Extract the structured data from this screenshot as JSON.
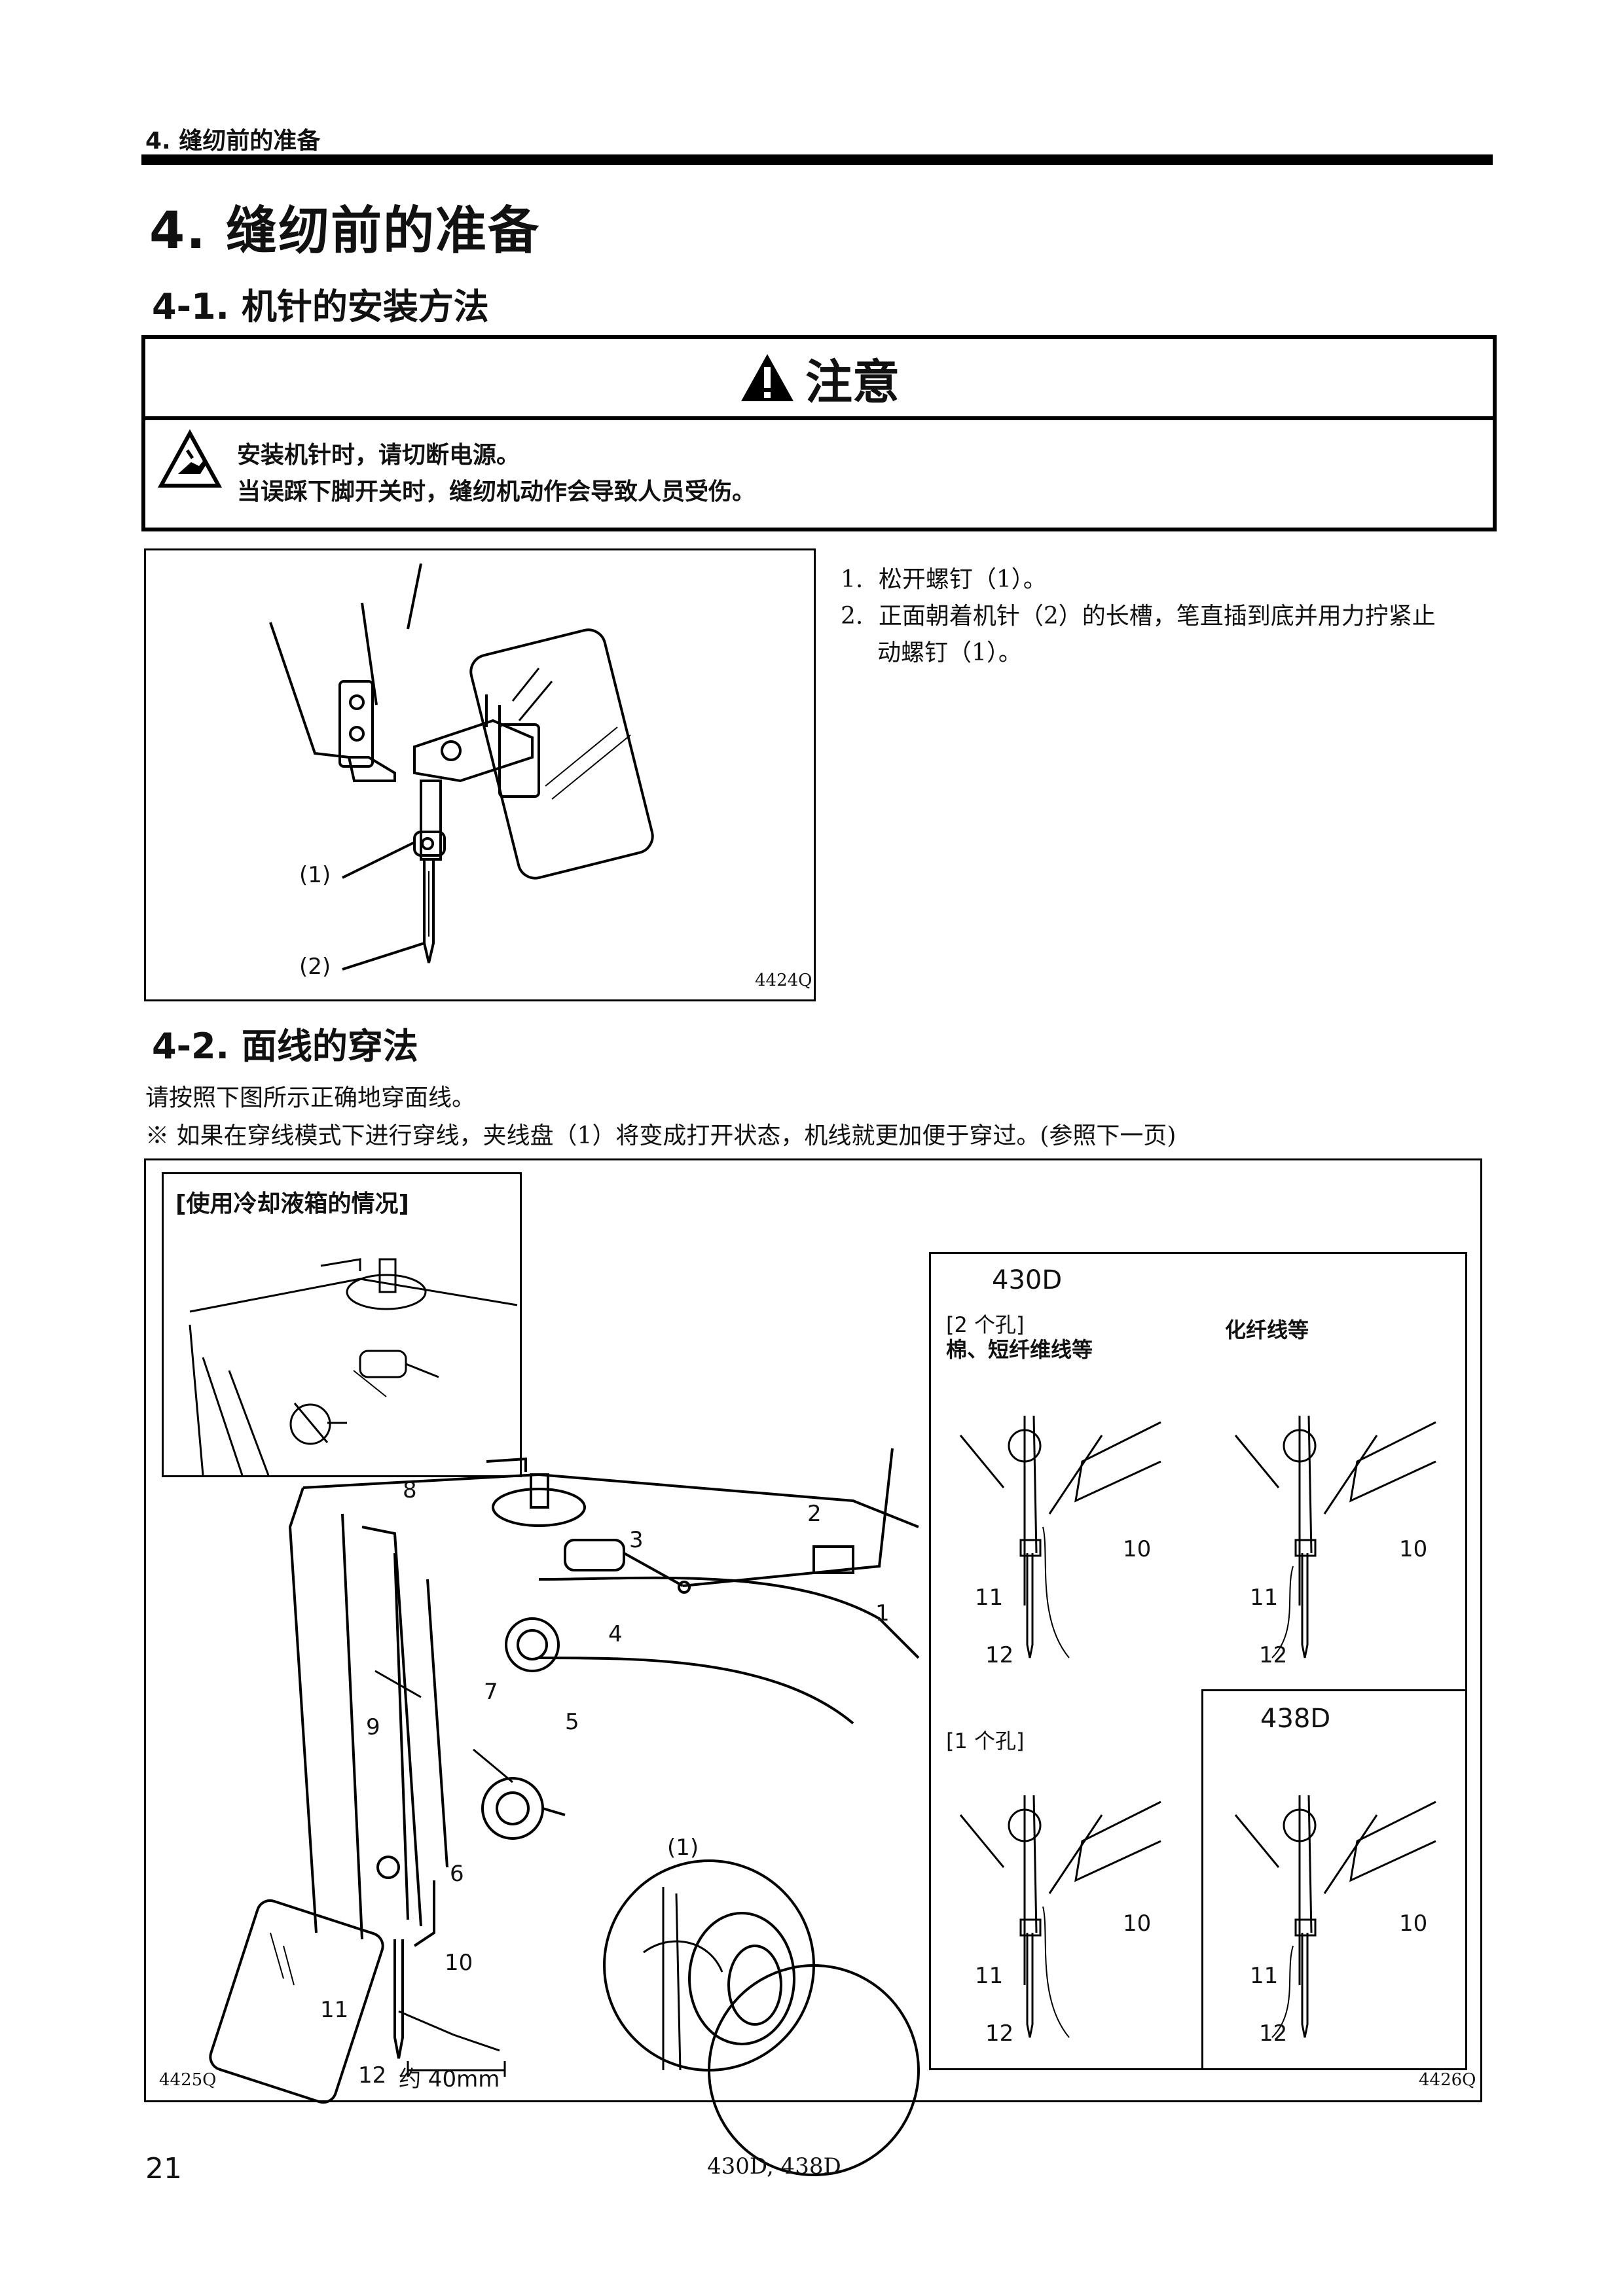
{
  "header": {
    "running_title": "4. 缝纫前的准备"
  },
  "section": {
    "title": "4. 缝纫前的准备"
  },
  "sub1": {
    "title": "4-1. 机针的安装方法"
  },
  "caution": {
    "title": "注意",
    "lines": [
      "安装机针时，请切断电源。",
      "当误踩下脚开关时，缝纫机动作会导致人员受伤。"
    ]
  },
  "fig1": {
    "labels": [
      "(1)",
      "(2)"
    ],
    "code": "4424Q"
  },
  "steps": [
    {
      "num": "1.",
      "text": "松开螺钉（1）。"
    },
    {
      "num": "2.",
      "text": "正面朝着机针（2）的长槽，笔直插到底并用力拧紧止"
    },
    {
      "num": "",
      "text": "动螺钉（1）。"
    }
  ],
  "sub2": {
    "title": "4-2. 面线的穿法"
  },
  "intro": [
    "请按照下图所示正确地穿面线。",
    "※  如果在穿线模式下进行穿线，夹线盘（1）将变成打开状态，机线就更加便于穿过。(参照下一页)"
  ],
  "fig2": {
    "inset_title": "[使用冷却液箱的情况]",
    "callouts": [
      "8",
      "2",
      "3",
      "4",
      "1",
      "7",
      "9",
      "5",
      "6",
      "10",
      "11",
      "12"
    ],
    "length_note": "约 40mm",
    "circle_label": "(1)",
    "code_left": "4425Q",
    "code_right": "4426Q",
    "panel_430": {
      "model": "430D",
      "left_title_1": "[2 个孔]",
      "left_title_2": "棉、短纤维线等",
      "right_title": "化纤线等",
      "one_hole": "[1 个孔]"
    },
    "panel_438": {
      "model": "438D"
    },
    "needle_callouts": [
      "10",
      "11",
      "12"
    ]
  },
  "footer": {
    "page": "21",
    "model": "430D, 438D"
  }
}
